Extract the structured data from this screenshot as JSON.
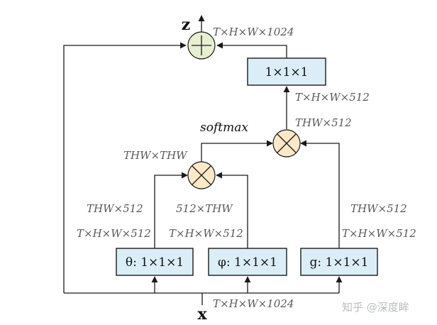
{
  "nodes": {
    "input": "x",
    "output": "z"
  },
  "boxes": {
    "theta": "θ: 1×1×1",
    "phi": "φ: 1×1×1",
    "g": "g: 1×1×1",
    "out": "1×1×1"
  },
  "ops": {
    "multiply": "×",
    "add": "+",
    "softmax": "softmax"
  },
  "labels": {
    "x_shape": "T×H×W×1024",
    "z_shape": "T×H×W×1024",
    "theta_in": "T×H×W×512",
    "theta_reshaped": "THW×512",
    "phi_in": "T×H×W×512",
    "phi_reshaped": "512×THW",
    "g_in": "T×H×W×512",
    "g_reshaped": "THW×512",
    "attn_shape": "THW×THW",
    "agg_shape": "THW×512",
    "out_in": "T×H×W×512"
  },
  "watermark": "知乎 @深度眸"
}
